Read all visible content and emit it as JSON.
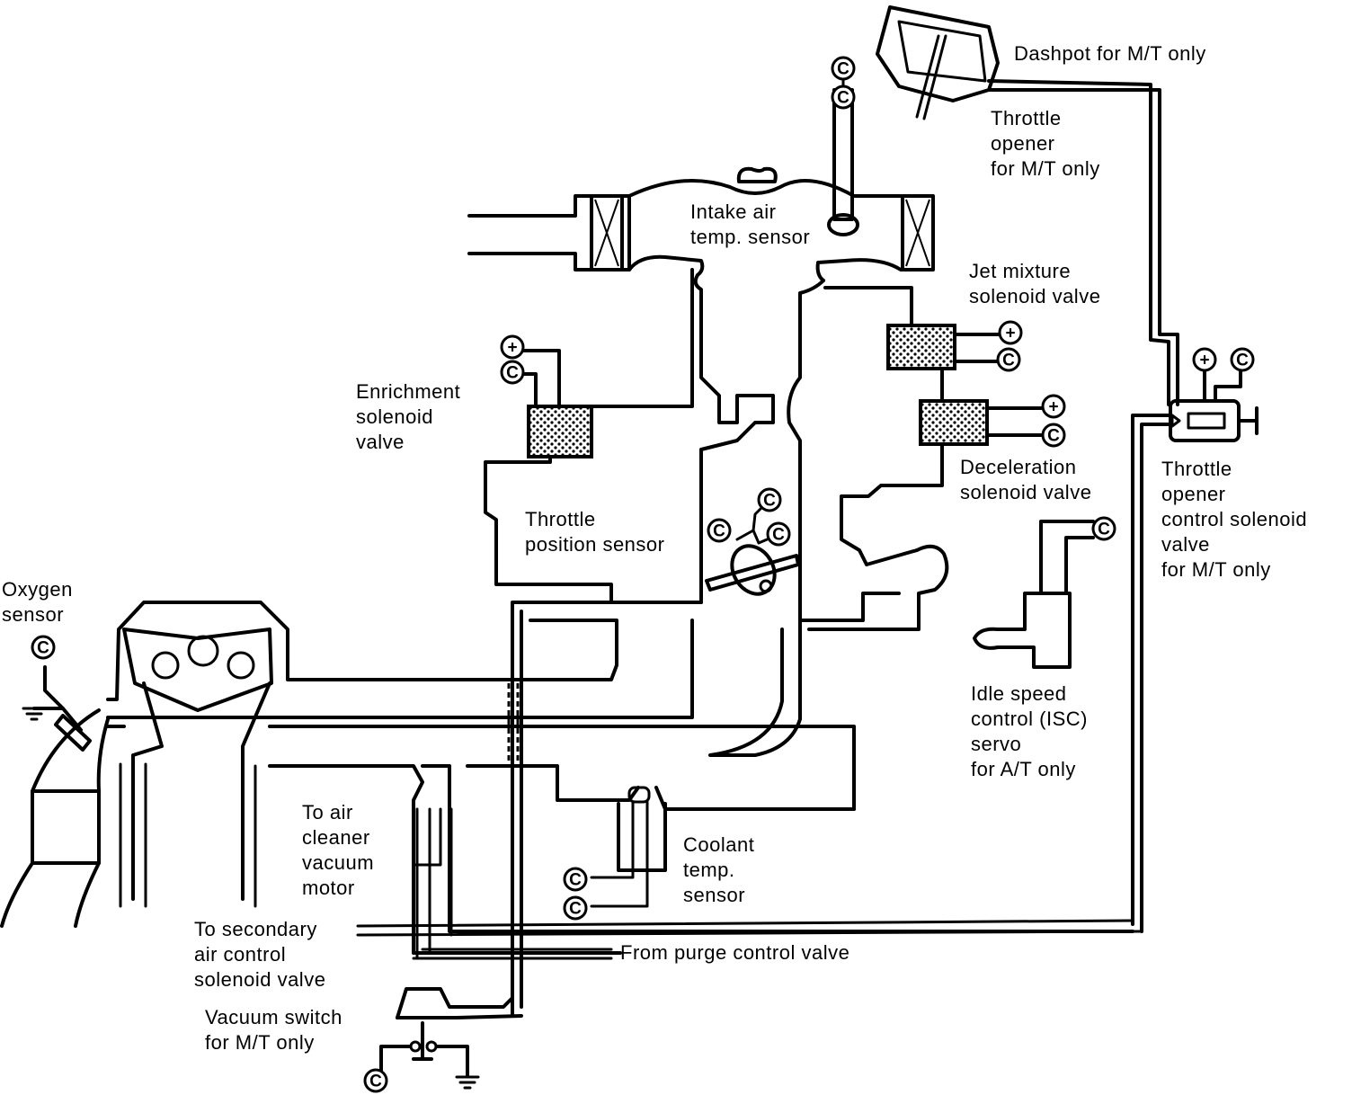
{
  "diagram": {
    "title": "Engine vacuum hose and sensor routing diagram",
    "colors": {
      "ink": "#000000",
      "paper": "#ffffff"
    },
    "terminal_symbols": {
      "positive": "+",
      "connector": "C"
    },
    "labels": {
      "dashpot": "Dashpot for M/T only",
      "throttle_opener": "Throttle\nopener\nfor M/T only",
      "intake_air_temp_sensor": "Intake air\ntemp. sensor",
      "jet_mixture_solenoid_valve": "Jet mixture\nsolenoid valve",
      "enrichment_solenoid_valve": "Enrichment\nsolenoid\nvalve",
      "deceleration_solenoid_valve": "Deceleration\nsolenoid valve",
      "throttle_opener_control_solenoid_valve": "Throttle\nopener\ncontrol solenoid\nvalve\nfor M/T only",
      "throttle_position_sensor": "Throttle\nposition sensor",
      "oxygen_sensor": "Oxygen\nsensor",
      "isc_servo": "Idle speed\ncontrol (ISC)\nservo\nfor A/T only",
      "to_air_cleaner_vacuum_motor": "To air\ncleaner\nvacuum\nmotor",
      "coolant_temp_sensor": "Coolant\ntemp.\nsensor",
      "to_secondary_air_control_solenoid_valve": "To secondary\nair control\nsolenoid valve",
      "from_purge_control_valve": "From purge control valve",
      "vacuum_switch": "Vacuum switch\nfor M/T only"
    },
    "components": [
      {
        "id": "dashpot",
        "name": "Dashpot",
        "applies_to": "M/T only"
      },
      {
        "id": "throttle-opener",
        "name": "Throttle opener",
        "applies_to": "M/T only"
      },
      {
        "id": "intake-air-temp-sensor",
        "name": "Intake air temp. sensor",
        "terminals": [
          "C",
          "C"
        ]
      },
      {
        "id": "jet-mixture-solenoid-valve",
        "name": "Jet mixture solenoid valve",
        "terminals": [
          "+",
          "C"
        ]
      },
      {
        "id": "enrichment-solenoid-valve",
        "name": "Enrichment solenoid valve",
        "terminals": [
          "+",
          "C"
        ]
      },
      {
        "id": "deceleration-solenoid-valve",
        "name": "Deceleration solenoid valve",
        "terminals": [
          "+",
          "C"
        ]
      },
      {
        "id": "throttle-opener-control-solenoid-valve",
        "name": "Throttle opener control solenoid valve",
        "applies_to": "M/T only",
        "terminals": [
          "+",
          "C"
        ]
      },
      {
        "id": "throttle-position-sensor",
        "name": "Throttle position sensor",
        "terminals": [
          "C",
          "C",
          "C"
        ]
      },
      {
        "id": "oxygen-sensor",
        "name": "Oxygen sensor",
        "terminals": [
          "C",
          "ground"
        ]
      },
      {
        "id": "isc-servo",
        "name": "Idle speed control (ISC) servo",
        "applies_to": "A/T only",
        "terminals": [
          "C"
        ]
      },
      {
        "id": "coolant-temp-sensor",
        "name": "Coolant temp. sensor",
        "terminals": [
          "C",
          "C"
        ]
      },
      {
        "id": "vacuum-switch",
        "name": "Vacuum switch",
        "applies_to": "M/T only",
        "terminals": [
          "C",
          "ground"
        ]
      }
    ]
  }
}
